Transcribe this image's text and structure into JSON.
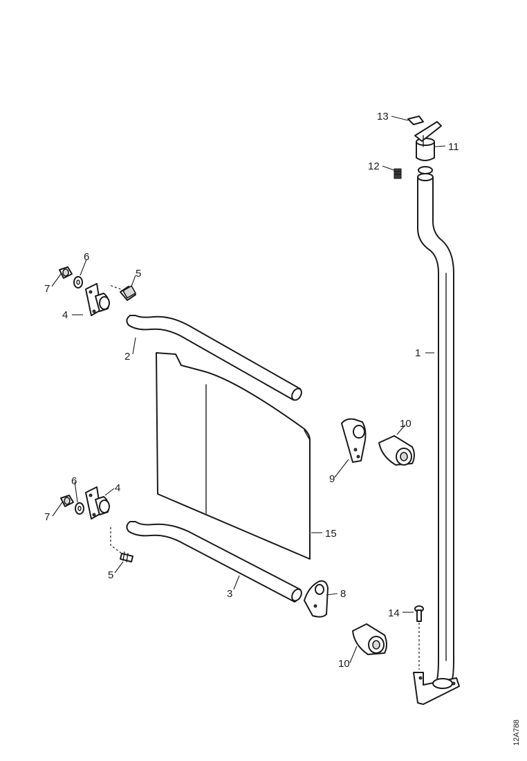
{
  "drawing_ref": "12A788",
  "callouts": {
    "c1": "1",
    "c2": "2",
    "c3": "3",
    "c4a": "4",
    "c4b": "4",
    "c5a": "5",
    "c5b": "5",
    "c6a": "6",
    "c6b": "6",
    "c7a": "7",
    "c7b": "7",
    "c8": "8",
    "c9": "9",
    "c10a": "10",
    "c10b": "10",
    "c11": "11",
    "c12": "12",
    "c13": "13",
    "c14": "14",
    "c15": "15"
  }
}
